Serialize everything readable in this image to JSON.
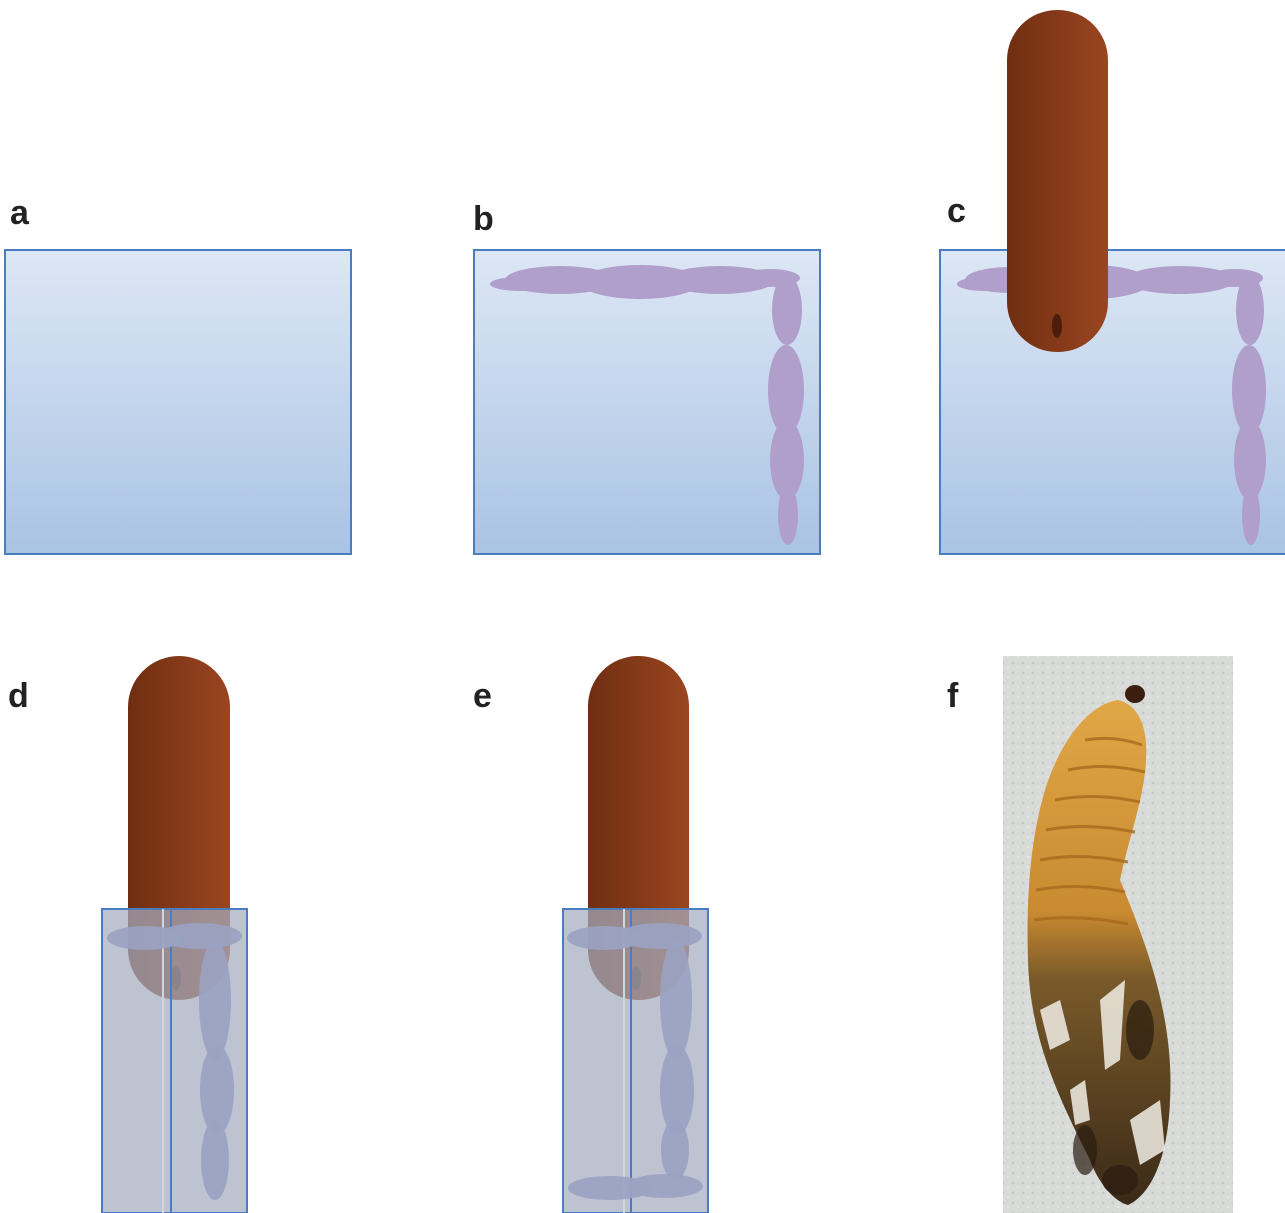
{
  "panels": [
    {
      "label": "a"
    },
    {
      "label": "b"
    },
    {
      "label": "c"
    },
    {
      "label": "d"
    },
    {
      "label": "e"
    },
    {
      "label": "f"
    }
  ],
  "colors": {
    "sheet_top": "#dde7f5",
    "sheet_bottom": "#a9c3e4",
    "sheet_border": "#4a7cc0",
    "adhesive": "#b19fcb",
    "larva_light": "#9b4520",
    "larva_dark": "#6f2e12",
    "wrapped_tube": "#a4acbf",
    "photo_background": "#d9dbd9",
    "larva_photo_amber": "#d39a3a"
  }
}
